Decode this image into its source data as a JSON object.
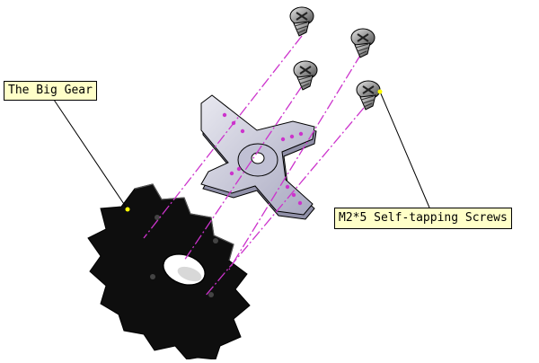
{
  "labels": {
    "gear": "The Big Gear",
    "screws": "M2*5 Self-tapping Screws"
  },
  "colors": {
    "background": "#ffffff",
    "callout_fill": "#ffffc8",
    "leader_dot": "#ffff00",
    "assembly_line": "#cc33cc",
    "gear": "#111111",
    "horn": "#c8c8dc",
    "screw": "#b8b8b8"
  },
  "parts": {
    "screw_count": 4,
    "gear_part": "gear",
    "horn_part": "servo-horn",
    "screw_part": "self-tapping-screw"
  }
}
